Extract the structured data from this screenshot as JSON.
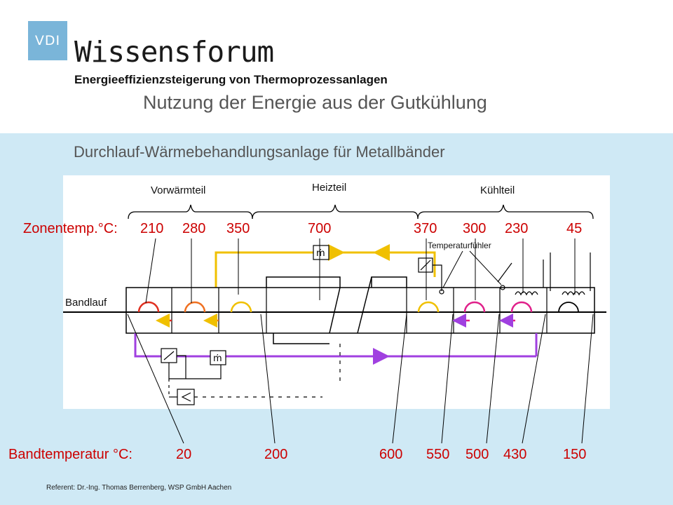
{
  "header": {
    "logo_text": "VDI",
    "brand": "Wissensforum",
    "subtitle": "Energieeffizienzsteigerung von Thermoprozessanlagen",
    "title": "Nutzung der Energie aus der Gutkühlung"
  },
  "section_title": "Durchlauf-Wärmebehandlungsanlage für Metallbänder",
  "diagram": {
    "sections": [
      "Vorwärmteil",
      "Heizteil",
      "Kühlteil"
    ],
    "band_label": "Bandlauf",
    "sensor_label": "Temperaturfühler",
    "flow_symbol": "ṁ"
  },
  "zone_temps": {
    "label": "Zonentemp.°C:",
    "values": [
      "210",
      "280",
      "350",
      "700",
      "370",
      "300",
      "230",
      "45"
    ]
  },
  "band_temps": {
    "label": "Bandtemperatur °C:",
    "values": [
      "20",
      "200",
      "600",
      "550",
      "500",
      "430",
      "150"
    ]
  },
  "footer": "Referent: Dr.-Ing. Thomas Berrenberg,  WSP GmbH Aachen",
  "colors": {
    "header_bg": "#ffffff",
    "content_bg": "#cfe9f5",
    "logo_bg": "#7ab5d9",
    "red_text": "#cc0000",
    "yellow_line": "#f0c000",
    "purple_line": "#a040e0",
    "fan_red": "#e03020",
    "fan_orange": "#f07020",
    "fan_yellow": "#f0c000",
    "fan_magenta": "#e0208a"
  }
}
